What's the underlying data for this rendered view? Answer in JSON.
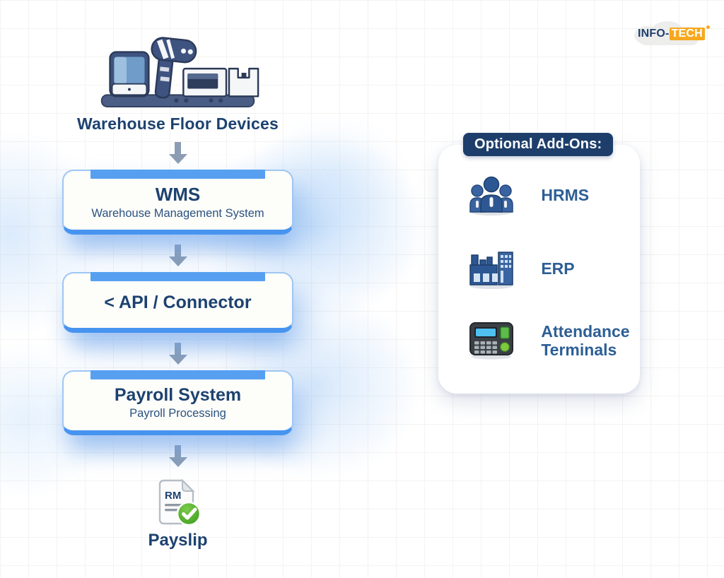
{
  "logo": {
    "part1": "INFO",
    "hyphen": "-",
    "part2": "TECH"
  },
  "flow": {
    "source_label": "Warehouse Floor Devices",
    "steps": [
      {
        "title": "WMS",
        "subtitle": "Warehouse Management System"
      },
      {
        "title": "< API / Connector"
      },
      {
        "title": "Payroll System",
        "subtitle": "Payroll Processing"
      }
    ],
    "output_label": "Payslip",
    "payslip_doc_text": "RM"
  },
  "addons": {
    "header": "Optional Add-Ons:",
    "items": [
      {
        "label": "HRMS",
        "icon": "people-group-icon"
      },
      {
        "label": "ERP",
        "icon": "factory-buildings-icon"
      },
      {
        "label": "Attendance Terminals",
        "icon": "attendance-terminal-icon"
      }
    ]
  },
  "colors": {
    "title_navy": "#1d4270",
    "label_blue": "#2d5f95",
    "box_border": "#9ec6f4",
    "box_bottom_border": "#4794f0",
    "accent_bar": "#57a0f1",
    "arrow_gray": "#8c9db3",
    "badge_bg": "#1d3e6b",
    "logo_orange": "#f7a81f",
    "check_green": "#4fae27",
    "screen_cyan": "#4fc0f0"
  }
}
